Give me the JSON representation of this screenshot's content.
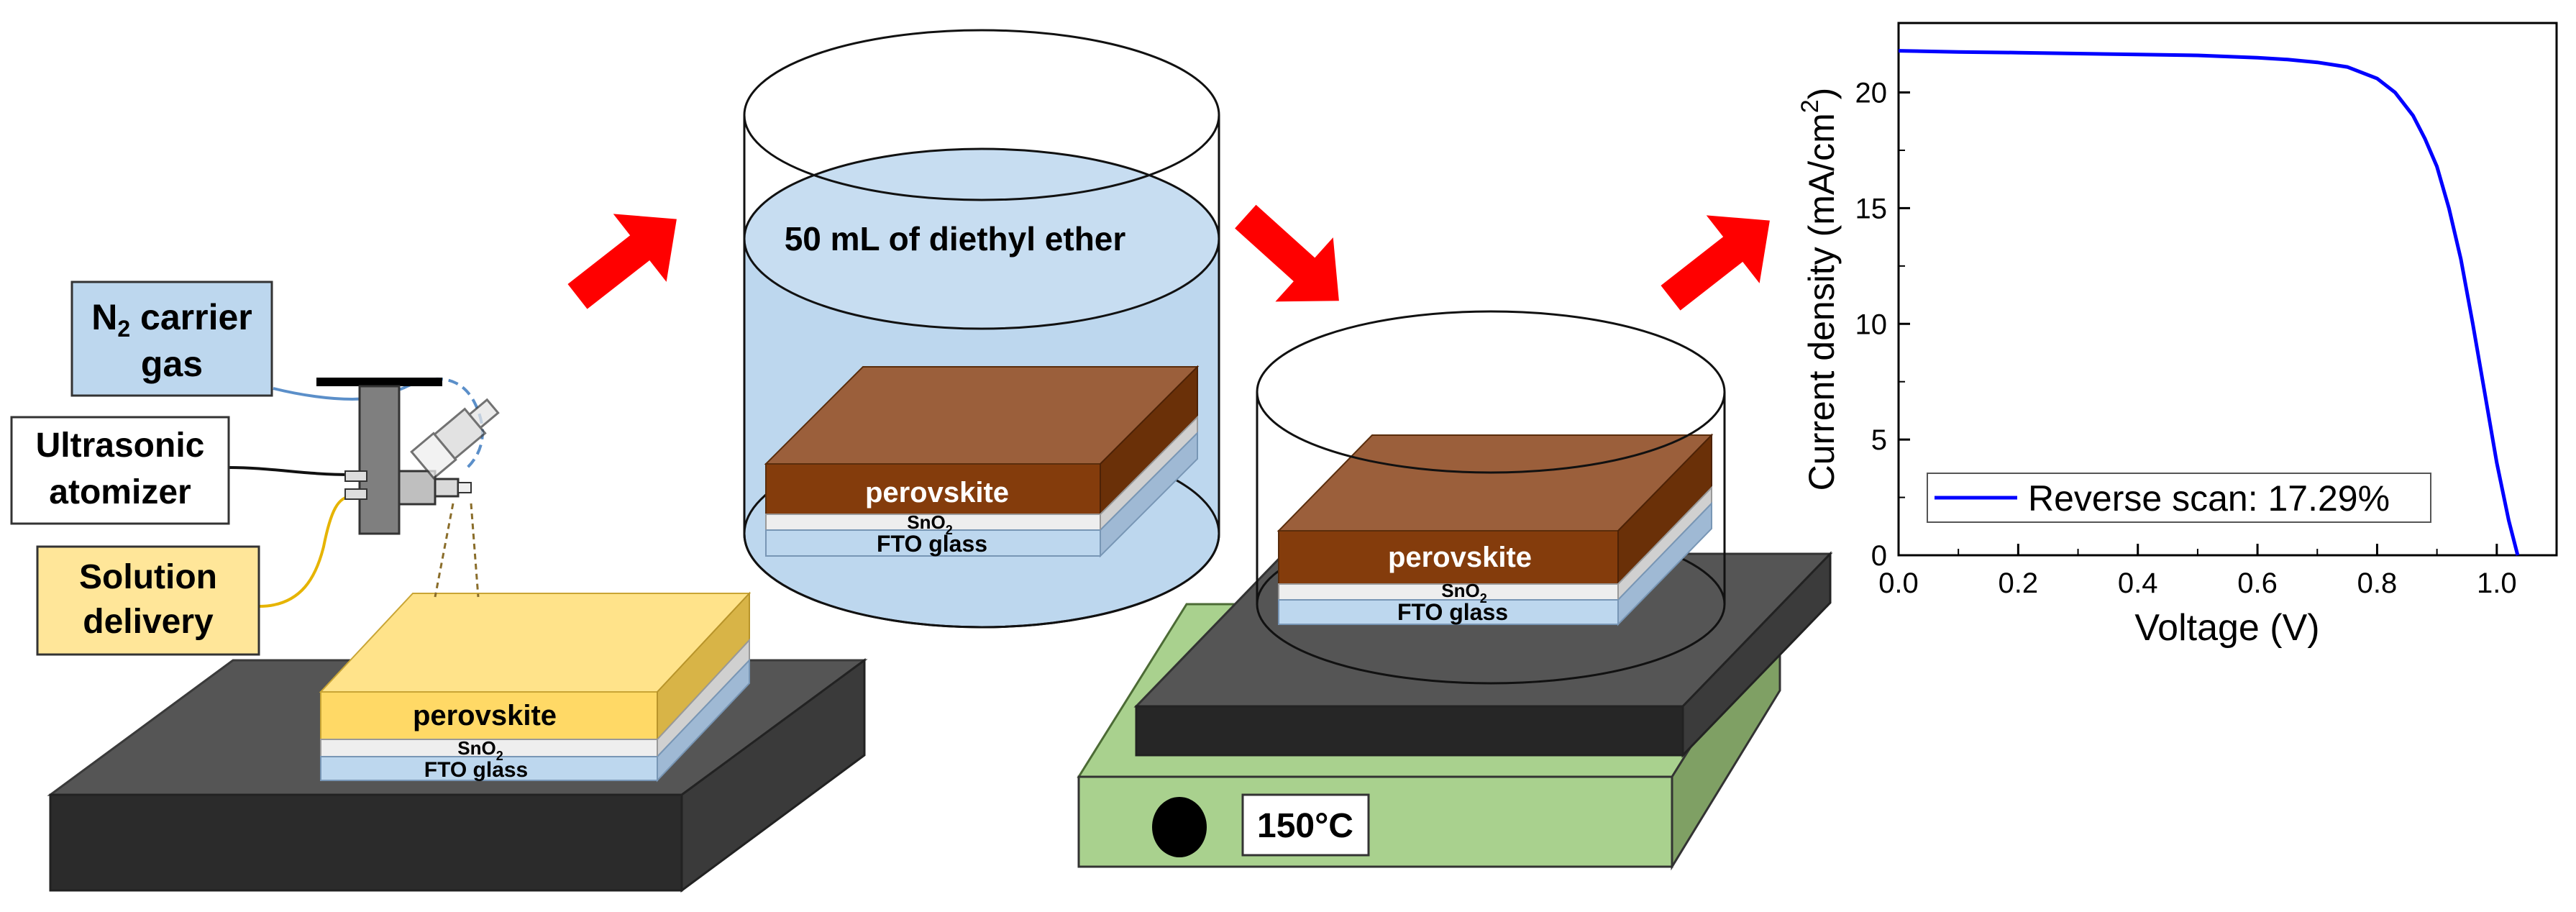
{
  "labels": {
    "n2_prefix": "N",
    "n2_sub": "2",
    "n2_suffix": " carrier",
    "n2_line2": "gas",
    "atomizer_line1": "Ultrasonic",
    "atomizer_line2": "atomizer",
    "solution_line1": "Solution",
    "solution_line2": "delivery",
    "perovskite": "perovskite",
    "sno2_main": "SnO",
    "sno2_sub": "2",
    "fto": "FTO glass",
    "ether": "50 mL of diethyl ether",
    "temperature": "150°C"
  },
  "colors": {
    "arrow": "#ff0000",
    "perovskite_wet": "#ffd966",
    "perovskite_brown": "#8b4513",
    "sno2": "#eeeeee",
    "fto": "#bdd7ee",
    "ether_liquid": "#bdd7ee",
    "hotplate_green": "#a9d18e",
    "stage_dark": "#555555",
    "n2_box": "#bdd7ee",
    "solution_box": "#ffe699",
    "jv_curve": "#0000ff"
  },
  "chart_data": {
    "type": "line",
    "xlabel": "Voltage (V)",
    "ylabel_main": "Current density (mA/cm",
    "ylabel_sup": "2",
    "ylabel_close": ")",
    "xlim": [
      0.0,
      1.1
    ],
    "ylim": [
      0,
      23
    ],
    "x_ticks": [
      0.0,
      0.2,
      0.4,
      0.6,
      0.8,
      1.0
    ],
    "x_tick_labels": [
      "0.0",
      "0.2",
      "0.4",
      "0.6",
      "0.8",
      "1.0"
    ],
    "y_ticks": [
      0,
      5,
      10,
      15,
      20
    ],
    "y_tick_labels": [
      "0",
      "5",
      "10",
      "15",
      "20"
    ],
    "grid": false,
    "legend_position": "bottom-left",
    "series": [
      {
        "name": "Reverse scan: 17.29%",
        "color": "#0000ff",
        "x": [
          0.0,
          0.1,
          0.2,
          0.3,
          0.4,
          0.5,
          0.6,
          0.65,
          0.7,
          0.75,
          0.8,
          0.83,
          0.86,
          0.88,
          0.9,
          0.92,
          0.94,
          0.96,
          0.98,
          1.0,
          1.02,
          1.035
        ],
        "y": [
          21.8,
          21.75,
          21.72,
          21.68,
          21.64,
          21.6,
          21.5,
          21.42,
          21.3,
          21.1,
          20.6,
          20.0,
          19.0,
          18.0,
          16.8,
          15.0,
          12.8,
          10.0,
          7.0,
          4.0,
          1.5,
          0.0
        ]
      }
    ]
  }
}
